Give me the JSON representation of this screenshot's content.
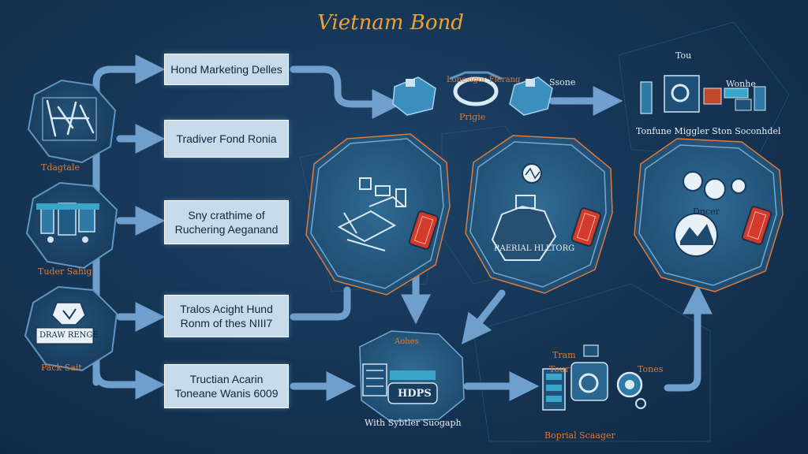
{
  "title": "Vietnam Bond",
  "colors": {
    "title": "#e8a23a",
    "accent_orange": "#e47a2f",
    "arrow": "#6f9fcc",
    "box_bg": "#c7dbeb",
    "panel_fill": "#2b5f86",
    "panel_stroke": "#72a7d4",
    "red_tag": "#d43a2b",
    "text_light": "#e7eef6"
  },
  "left_icons": [
    {
      "label": "Tdagtale",
      "icon": "handshake-icon"
    },
    {
      "label": "Tuder Sahig",
      "icon": "machine-icon"
    },
    {
      "label": "Pack Sait",
      "icon": "badge-icon",
      "inner_text": "DRAW RENGE"
    }
  ],
  "steps": [
    {
      "lines": [
        "Hond Marketing Delles"
      ]
    },
    {
      "lines": [
        "Tradiver Fond Ronia"
      ]
    },
    {
      "lines": [
        "Sny crathime of",
        "Ruchering Aeganand"
      ]
    },
    {
      "lines": [
        "Tralos Acight Hund",
        "Ronm of thes NIII7"
      ]
    },
    {
      "lines": [
        "Tructian Acarin",
        "Toneane Wanis 6009"
      ]
    }
  ],
  "top_flow": {
    "bridge_top_label": "Lonesigor Fierang",
    "bridge_label": "Prigie",
    "side_label": "Ssone",
    "station_top_label": "Tou",
    "station_side_label": "Wonhe",
    "station_label": "Tonfune Miggler Ston Soconhdel"
  },
  "panels": [
    {
      "label": "",
      "icon": "documents-icon"
    },
    {
      "label": "",
      "icon": "map-icon",
      "inner_text": "RAERIAL HLLTORG"
    },
    {
      "label": "Dncer",
      "icon": "globe-icon"
    }
  ],
  "bottom_flow": {
    "hub_top_label": "Aohes",
    "hub_text": "HDPS",
    "hub_label": "With Sybtler Suogaph",
    "right_labels": [
      "Tram",
      "Tour",
      "Tones"
    ],
    "right_label": "Boprial Scaager"
  }
}
